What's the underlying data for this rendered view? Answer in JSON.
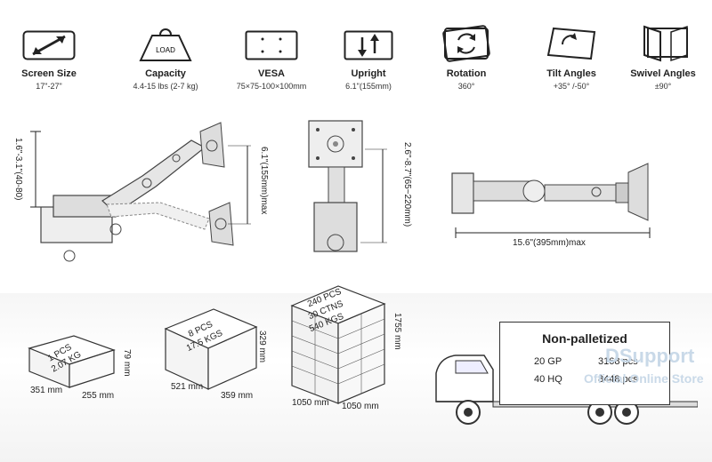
{
  "features": [
    {
      "icon": "diagonal-arrows-icon",
      "title": "Screen Size",
      "sub": "17\"-27\""
    },
    {
      "icon": "weight-icon",
      "title": "Capacity",
      "sub": "4.4-15 lbs (2-7 kg)",
      "icon_text": "LOAD"
    },
    {
      "icon": "vesa-plate-icon",
      "title": "VESA",
      "sub": "75×75-100×100mm"
    },
    {
      "icon": "updown-arrows-icon",
      "title": "Upright",
      "sub": "6.1\"(155mm)"
    },
    {
      "icon": "rotation-icon",
      "title": "Rotation",
      "sub": "360°"
    },
    {
      "icon": "tilt-icon",
      "title": "Tilt Angles",
      "sub": "+35° /-50°"
    },
    {
      "icon": "swivel-icon",
      "title": "Swivel Angles",
      "sub": "±90°"
    }
  ],
  "dimensions": {
    "side_height": "1.6\"-3.1\"(40-80)",
    "upright_range": "6.1\"(155mm)max",
    "front_range": "2.6\"-8.7\"(65~220mm)",
    "top_reach": "15.6\"(395mm)max"
  },
  "packages": [
    {
      "label_line1": "1 PCS",
      "label_line2": "2.07 KG",
      "width": "351 mm",
      "depth": "255 mm",
      "height": "79 mm"
    },
    {
      "label_line1": "8 PCS",
      "label_line2": "17.5 KGS",
      "width": "521 mm",
      "depth": "359 mm",
      "height": "329 mm"
    },
    {
      "label_line1": "240 PCS",
      "label_line2": "30 CTNS",
      "label_line3": "540 KGS",
      "width": "1050 mm",
      "depth": "1050 mm",
      "height": "1755 mm"
    }
  ],
  "shipping": {
    "title": "Non-palletized",
    "rows": [
      {
        "container": "20 GP",
        "qty": "3168 pcs"
      },
      {
        "container": "40 HQ",
        "qty": "8448 pcs"
      }
    ]
  },
  "watermark": {
    "line1": "DSupport",
    "line2": "Official Online Store"
  }
}
